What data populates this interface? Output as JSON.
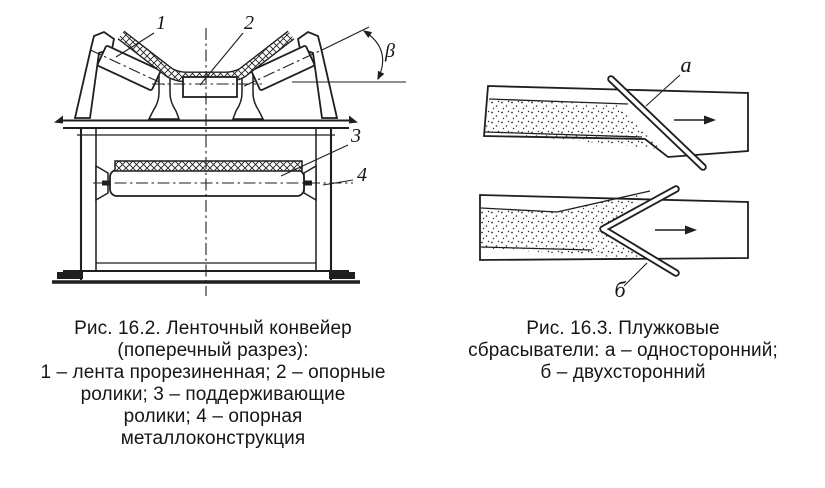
{
  "page": {
    "background": "#ffffff",
    "ink": "#1f1f1f"
  },
  "figure_16_2": {
    "caption_lines": [
      "Рис. 16.2. Ленточный конвейер",
      "(поперечный разрез):",
      "1 – лента прорезиненная; 2 – опорные",
      "ролики; 3 – поддерживающие",
      "ролики; 4 – опорная",
      "металлоконструкция"
    ],
    "part_labels": [
      "1",
      "2",
      "3",
      "4"
    ],
    "angle_label": "β"
  },
  "figure_16_3": {
    "caption_lines": [
      "Рис. 16.3. Плужковые",
      "сбрасыватели: а – односторонний;",
      "б – двухсторонний"
    ],
    "part_labels": [
      "а",
      "б"
    ]
  }
}
